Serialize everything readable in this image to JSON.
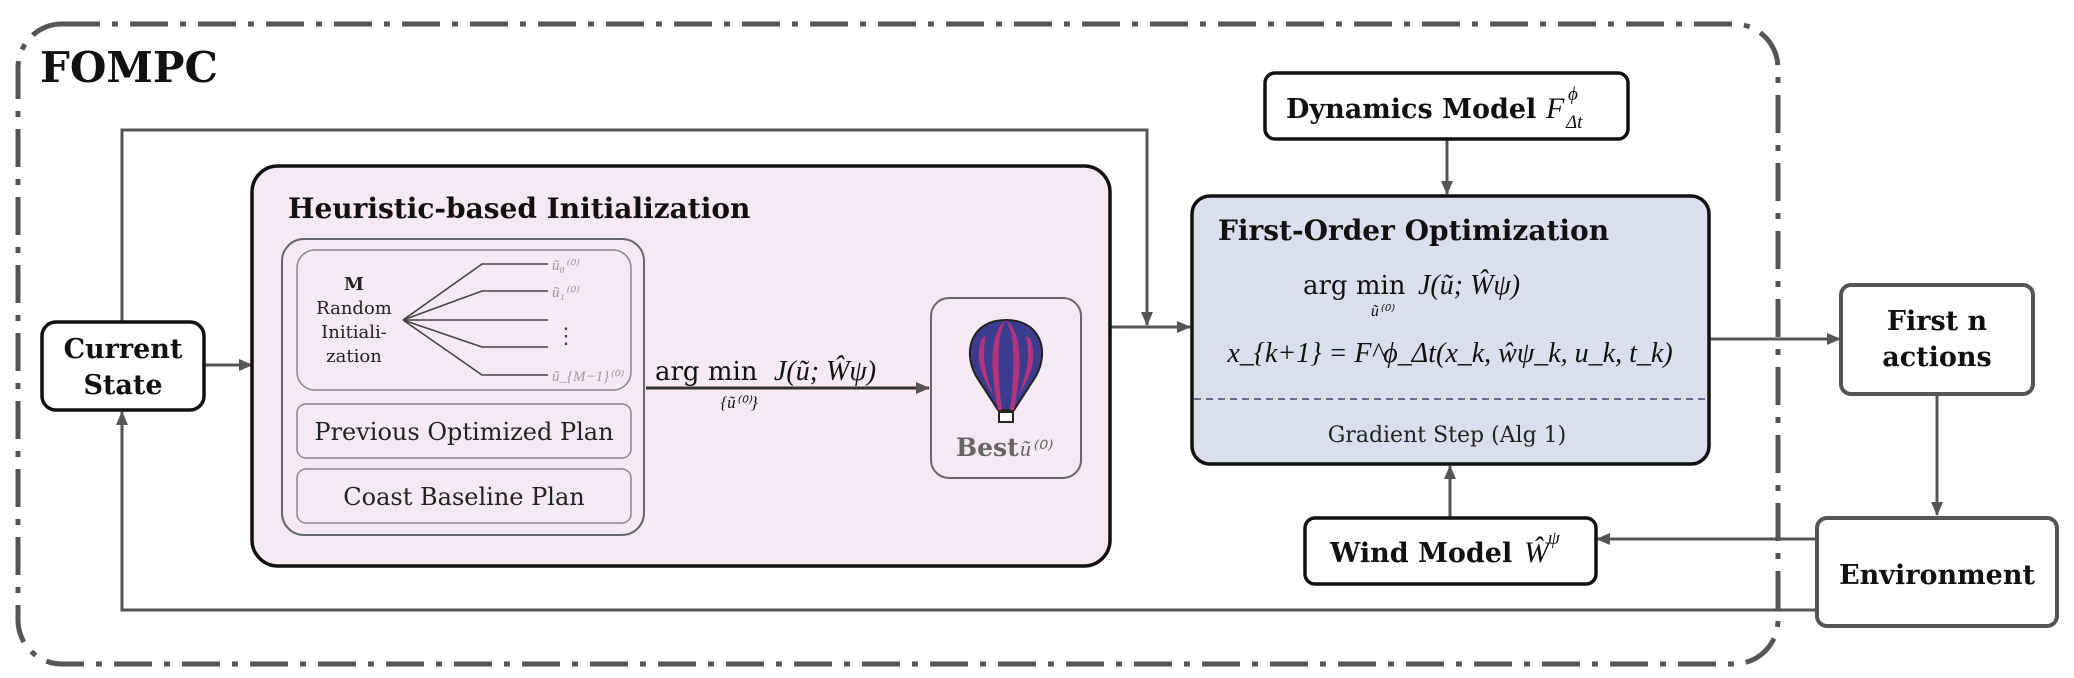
{
  "container": {
    "title": "FOMPC"
  },
  "current_state": {
    "line1": "Current",
    "line2": "State"
  },
  "heuristic": {
    "title": "Heuristic-based Initialization",
    "random_init": {
      "m": "M",
      "line1": "Random",
      "line2": "Initiali-",
      "line3": "zation"
    },
    "candidates": [
      "ũ₀⁽⁰⁾",
      "ũ₁⁽⁰⁾",
      "⋮",
      "ũ_{M−1}⁽⁰⁾"
    ],
    "previous_plan": "Previous Optimized Plan",
    "coast_plan": "Coast Baseline Plan"
  },
  "selection": {
    "argmin": "arg min",
    "subscript": "{ũ⁽⁰⁾}",
    "objective": "J(ũ; Ŵψ)"
  },
  "best": {
    "label": "Best",
    "symbol": "ũ⁽⁰⁾"
  },
  "dynamics_model": {
    "label": "Dynamics Model",
    "symbol": "F",
    "sup": "ϕ",
    "sub": "Δt"
  },
  "first_order": {
    "title": "First-Order Optimization",
    "eq1_argmin": "arg min",
    "eq1_sub": "ũ⁽⁰⁾",
    "eq1_obj": "J(ũ; Ŵψ)",
    "eq2": "x_{k+1} = F^ϕ_Δt(x_k, ŵψ_k, u_k, t_k)",
    "gradient_step": "Gradient Step (Alg 1)"
  },
  "wind_model": {
    "label": "Wind Model",
    "symbol": "Ŵ",
    "sup": "ψ"
  },
  "first_n_actions": {
    "line1": "First n",
    "line2": "actions"
  },
  "environment": {
    "label": "Environment"
  },
  "colors": {
    "heuristic_fill": "#f5e9f2",
    "optimization_fill": "#dcdeee",
    "balloon_blue": "#3b3b8f",
    "balloon_magenta": "#b5337a",
    "line": "#555555"
  }
}
